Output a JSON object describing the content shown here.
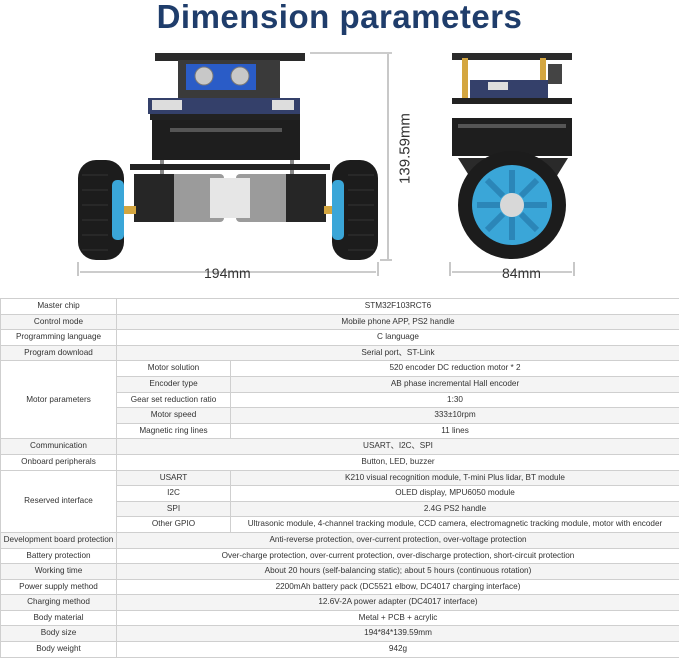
{
  "title": "Dimension parameters",
  "dimensions": {
    "width": "194mm",
    "depth": "84mm",
    "height": "139.59mm"
  },
  "specs": [
    {
      "label": "Master chip",
      "value": "STM32F103RCT6"
    },
    {
      "label": "Control mode",
      "value": "Mobile phone APP, PS2 handle"
    },
    {
      "label": "Programming language",
      "value": "C language"
    },
    {
      "label": "Program download",
      "value": "Serial port、ST-Link"
    },
    {
      "label": "Motor parameters",
      "rows": [
        {
          "sub": "Motor solution",
          "value": "520 encoder DC reduction motor * 2"
        },
        {
          "sub": "Encoder type",
          "value": "AB phase incremental Hall encoder"
        },
        {
          "sub": "Gear set reduction ratio",
          "value": "1:30"
        },
        {
          "sub": "Motor speed",
          "value": "333±10rpm"
        },
        {
          "sub": "Magnetic ring lines",
          "value": "11 lines"
        }
      ]
    },
    {
      "label": "Communication",
      "value": "USART、I2C、SPI"
    },
    {
      "label": "Onboard peripherals",
      "value": "Button, LED, buzzer"
    },
    {
      "label": "Reserved interface",
      "rows": [
        {
          "sub": "USART",
          "value": "K210 visual recognition module, T-mini Plus lidar, BT module"
        },
        {
          "sub": "I2C",
          "value": "OLED display, MPU6050 module"
        },
        {
          "sub": "SPI",
          "value": "2.4G PS2 handle"
        },
        {
          "sub": "Other GPIO",
          "value": "Ultrasonic module, 4-channel tracking module, CCD camera, electromagnetic tracking module, motor with encoder"
        }
      ]
    },
    {
      "label": "Development board protection",
      "value": "Anti-reverse protection, over-current protection, over-voltage protection"
    },
    {
      "label": "Battery protection",
      "value": "Over-charge protection, over-current protection, over-discharge protection, short-circuit protection"
    },
    {
      "label": "Working time",
      "value": "About 20 hours (self-balancing static); about 5 hours (continuous rotation)"
    },
    {
      "label": "Power supply method",
      "value": "2200mAh battery pack (DC5521 elbow, DC4017 charging interface)"
    },
    {
      "label": "Charging method",
      "value": "12.6V-2A power adapter (DC4017 interface)"
    },
    {
      "label": "Body material",
      "value": "Metal + PCB + acrylic"
    },
    {
      "label": "Body size",
      "value": "194*84*139.59mm"
    },
    {
      "label": "Body weight",
      "value": "942g"
    }
  ]
}
